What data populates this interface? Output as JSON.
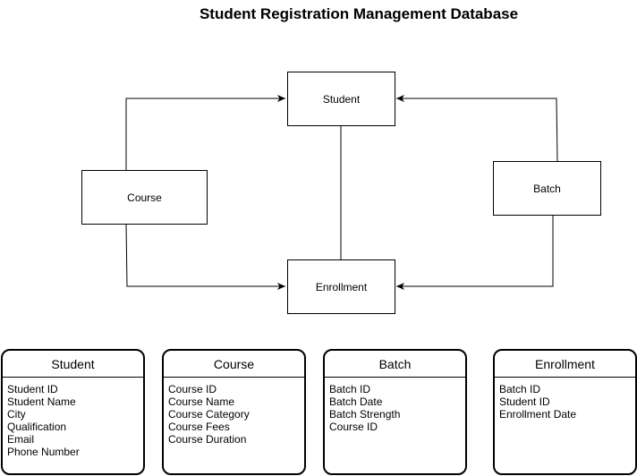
{
  "title": "Student Registration Management Database",
  "diagram": {
    "entities": {
      "student": "Student",
      "course": "Course",
      "batch": "Batch",
      "enrollment": "Enrollment"
    },
    "connections": [
      {
        "from": "course",
        "to": "student",
        "arrow": "to"
      },
      {
        "from": "course",
        "to": "enrollment",
        "arrow": "to"
      },
      {
        "from": "batch",
        "to": "student",
        "arrow": "to"
      },
      {
        "from": "batch",
        "to": "enrollment",
        "arrow": "to"
      },
      {
        "from": "student",
        "to": "enrollment",
        "arrow": "none"
      }
    ]
  },
  "tables": [
    {
      "name": "Student",
      "fields": [
        "Student ID",
        "Student Name",
        "City",
        "Qualification",
        "Email",
        "Phone Number"
      ]
    },
    {
      "name": "Course",
      "fields": [
        "Course ID",
        "Course Name",
        "Course Category",
        "Course Fees",
        "Course Duration"
      ]
    },
    {
      "name": "Batch",
      "fields": [
        "Batch ID",
        "Batch Date",
        "Batch Strength",
        "Course ID"
      ]
    },
    {
      "name": "Enrollment",
      "fields": [
        "Batch ID",
        "Student ID",
        "Enrollment Date"
      ]
    }
  ]
}
